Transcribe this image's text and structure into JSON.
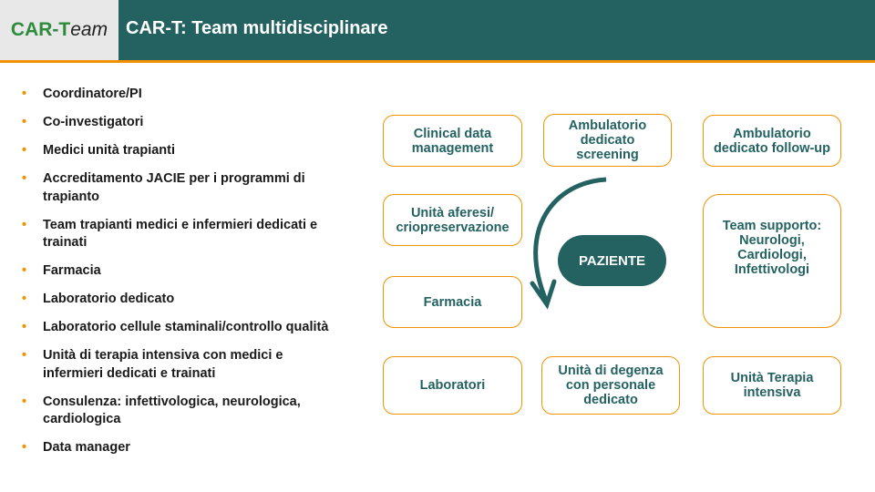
{
  "header": {
    "logo_text": "CAR-Team",
    "title": "CAR-T: Team multidisciplinare"
  },
  "bullets": [
    "Coordinatore/PI",
    "Co-investigatori",
    "Medici unità trapianti",
    "Accreditamento JACIE per i programmi di trapianto",
    "Team trapianti medici e infermieri dedicati e trainati",
    "Farmacia",
    "Laboratorio dedicato",
    "Laboratorio cellule staminali/controllo qualità",
    "Unità di terapia intensiva con medici e infermieri dedicati e trainati",
    "Consulenza: infettivologica, neurologica, cardiologica",
    "Data manager"
  ],
  "diagram": {
    "center": "PAZIENTE",
    "boxes": [
      "Clinical data management",
      "Ambulatorio dedicato screening",
      "Ambulatorio dedicato follow-up",
      "Unità aferesi/ criopreservazione",
      "Farmacia",
      "Team supporto: Neurologi, Cardiologi, Infettivologi",
      "Laboratori",
      "Unità di degenza con personale dedicato",
      "Unità Terapia intensiva"
    ]
  },
  "colors": {
    "teal": "#246262",
    "orange": "#f39200"
  }
}
